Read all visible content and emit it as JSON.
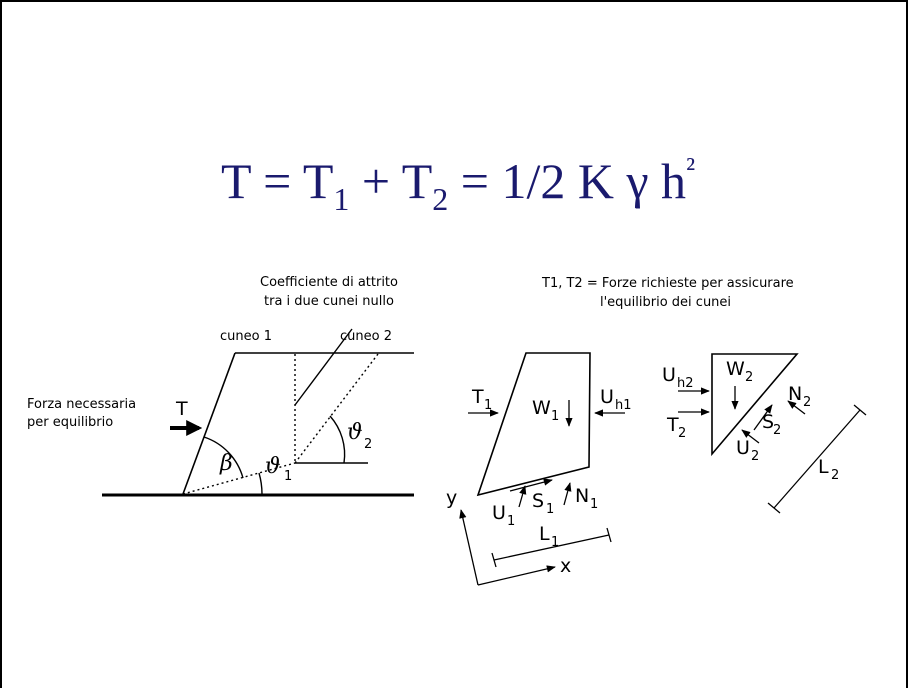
{
  "title": {
    "t": "T = T",
    "s1": "1",
    "plus": " + T",
    "s2": "2",
    "rest": " = 1/2 K γ h",
    "sq": "²"
  },
  "left_diagram": {
    "note_line1": "Coefficiente di attrito",
    "note_line2": "tra i due cunei nullo",
    "wedge1": "cuneo 1",
    "wedge2": "cuneo 2",
    "force_line1": "Forza necessaria",
    "force_line2": "per equilibrio",
    "force_symbol": "T",
    "angle_beta": "β",
    "angle_theta": "ϑ",
    "theta1_sub": "1",
    "theta2_sub": "2"
  },
  "right_diagram": {
    "note_line1": "T1, T2 = Forze richieste per assicurare",
    "note_line2": "l'equilibrio dei cunei",
    "wedge1": {
      "T": "T",
      "T_sub": "1",
      "W": "W",
      "W_sub": "1",
      "Uh": "U",
      "Uh_sub": "h1",
      "U": "U",
      "U_sub": "1",
      "S": "S",
      "S_sub": "1",
      "N": "N",
      "N_sub": "1",
      "L": "L",
      "L_sub": "1"
    },
    "wedge2": {
      "Uh": "U",
      "Uh_sub": "h2",
      "W": "W",
      "W_sub": "2",
      "T": "T",
      "T_sub": "2",
      "N": "N",
      "N_sub": "2",
      "S": "S",
      "S_sub": "2",
      "U": "U",
      "U_sub": "2",
      "L": "L",
      "L_sub": "2"
    },
    "axis_x": "x",
    "axis_y": "y"
  }
}
